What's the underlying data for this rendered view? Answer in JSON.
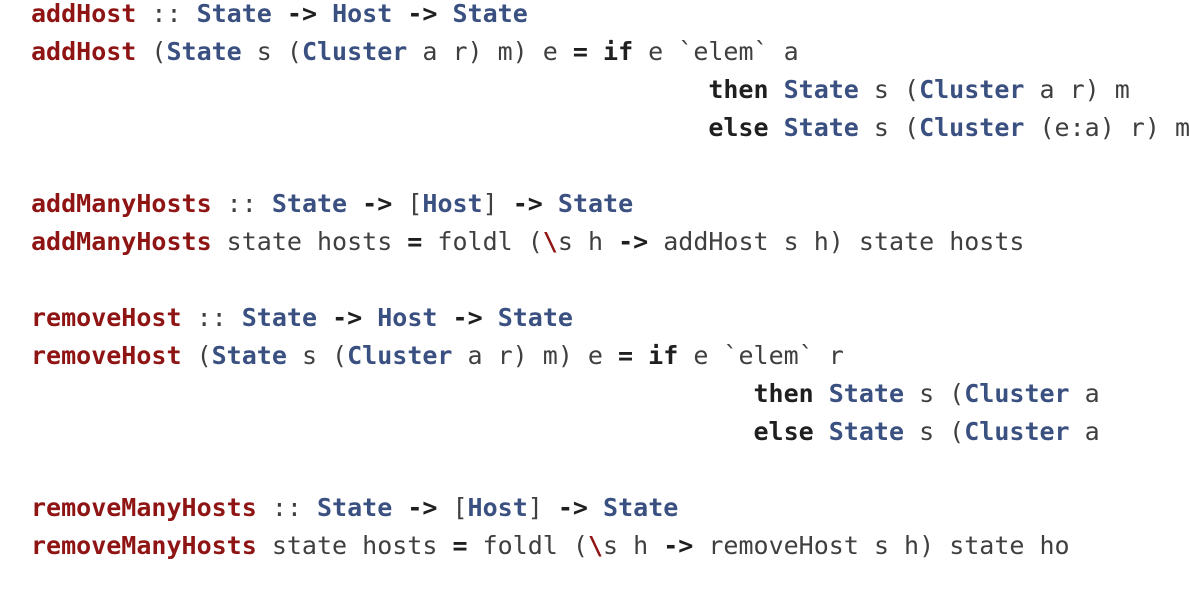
{
  "code_lines": [
    [
      {
        "t": "addHost",
        "k": "fn"
      },
      {
        "t": " :: ",
        "k": "plain"
      },
      {
        "t": "State",
        "k": "ty"
      },
      {
        "t": " ",
        "k": "plain"
      },
      {
        "t": "->",
        "k": "op"
      },
      {
        "t": " ",
        "k": "plain"
      },
      {
        "t": "Host",
        "k": "ty"
      },
      {
        "t": " ",
        "k": "plain"
      },
      {
        "t": "->",
        "k": "op"
      },
      {
        "t": " ",
        "k": "plain"
      },
      {
        "t": "State",
        "k": "ty"
      }
    ],
    [
      {
        "t": "addHost",
        "k": "fn"
      },
      {
        "t": " (",
        "k": "plain"
      },
      {
        "t": "State",
        "k": "ty"
      },
      {
        "t": " s (",
        "k": "plain"
      },
      {
        "t": "Cluster",
        "k": "ty"
      },
      {
        "t": " a r) m) e ",
        "k": "plain"
      },
      {
        "t": "=",
        "k": "op"
      },
      {
        "t": " ",
        "k": "plain"
      },
      {
        "t": "if",
        "k": "kw"
      },
      {
        "t": " e `elem` a",
        "k": "plain"
      }
    ],
    [
      {
        "t": "                                             ",
        "k": "plain"
      },
      {
        "t": "then",
        "k": "kw"
      },
      {
        "t": " ",
        "k": "plain"
      },
      {
        "t": "State",
        "k": "ty"
      },
      {
        "t": " s (",
        "k": "plain"
      },
      {
        "t": "Cluster",
        "k": "ty"
      },
      {
        "t": " a r) m",
        "k": "plain"
      }
    ],
    [
      {
        "t": "                                             ",
        "k": "plain"
      },
      {
        "t": "else",
        "k": "kw"
      },
      {
        "t": " ",
        "k": "plain"
      },
      {
        "t": "State",
        "k": "ty"
      },
      {
        "t": " s (",
        "k": "plain"
      },
      {
        "t": "Cluster",
        "k": "ty"
      },
      {
        "t": " (e:a) r) m",
        "k": "plain"
      }
    ],
    [],
    [
      {
        "t": "addManyHosts",
        "k": "fn"
      },
      {
        "t": " :: ",
        "k": "plain"
      },
      {
        "t": "State",
        "k": "ty"
      },
      {
        "t": " ",
        "k": "plain"
      },
      {
        "t": "->",
        "k": "op"
      },
      {
        "t": " [",
        "k": "plain"
      },
      {
        "t": "Host",
        "k": "ty"
      },
      {
        "t": "] ",
        "k": "plain"
      },
      {
        "t": "->",
        "k": "op"
      },
      {
        "t": " ",
        "k": "plain"
      },
      {
        "t": "State",
        "k": "ty"
      }
    ],
    [
      {
        "t": "addManyHosts",
        "k": "fn"
      },
      {
        "t": " state hosts ",
        "k": "plain"
      },
      {
        "t": "=",
        "k": "op"
      },
      {
        "t": " foldl (",
        "k": "plain"
      },
      {
        "t": "\\",
        "k": "lam"
      },
      {
        "t": "s h ",
        "k": "plain"
      },
      {
        "t": "->",
        "k": "op"
      },
      {
        "t": " addHost s h) state hosts",
        "k": "plain"
      }
    ],
    [],
    [
      {
        "t": "removeHost",
        "k": "fn"
      },
      {
        "t": " :: ",
        "k": "plain"
      },
      {
        "t": "State",
        "k": "ty"
      },
      {
        "t": " ",
        "k": "plain"
      },
      {
        "t": "->",
        "k": "op"
      },
      {
        "t": " ",
        "k": "plain"
      },
      {
        "t": "Host",
        "k": "ty"
      },
      {
        "t": " ",
        "k": "plain"
      },
      {
        "t": "->",
        "k": "op"
      },
      {
        "t": " ",
        "k": "plain"
      },
      {
        "t": "State",
        "k": "ty"
      }
    ],
    [
      {
        "t": "removeHost",
        "k": "fn"
      },
      {
        "t": " (",
        "k": "plain"
      },
      {
        "t": "State",
        "k": "ty"
      },
      {
        "t": " s (",
        "k": "plain"
      },
      {
        "t": "Cluster",
        "k": "ty"
      },
      {
        "t": " a r) m) e ",
        "k": "plain"
      },
      {
        "t": "=",
        "k": "op"
      },
      {
        "t": " ",
        "k": "plain"
      },
      {
        "t": "if",
        "k": "kw"
      },
      {
        "t": " e `elem` r",
        "k": "plain"
      }
    ],
    [
      {
        "t": "                                                ",
        "k": "plain"
      },
      {
        "t": "then",
        "k": "kw"
      },
      {
        "t": " ",
        "k": "plain"
      },
      {
        "t": "State",
        "k": "ty"
      },
      {
        "t": " s (",
        "k": "plain"
      },
      {
        "t": "Cluster",
        "k": "ty"
      },
      {
        "t": " a",
        "k": "plain"
      }
    ],
    [
      {
        "t": "                                                ",
        "k": "plain"
      },
      {
        "t": "else",
        "k": "kw"
      },
      {
        "t": " ",
        "k": "plain"
      },
      {
        "t": "State",
        "k": "ty"
      },
      {
        "t": " s (",
        "k": "plain"
      },
      {
        "t": "Cluster",
        "k": "ty"
      },
      {
        "t": " a",
        "k": "plain"
      }
    ],
    [],
    [
      {
        "t": "removeManyHosts",
        "k": "fn"
      },
      {
        "t": " :: ",
        "k": "plain"
      },
      {
        "t": "State",
        "k": "ty"
      },
      {
        "t": " ",
        "k": "plain"
      },
      {
        "t": "->",
        "k": "op"
      },
      {
        "t": " [",
        "k": "plain"
      },
      {
        "t": "Host",
        "k": "ty"
      },
      {
        "t": "] ",
        "k": "plain"
      },
      {
        "t": "->",
        "k": "op"
      },
      {
        "t": " ",
        "k": "plain"
      },
      {
        "t": "State",
        "k": "ty"
      }
    ],
    [
      {
        "t": "removeManyHosts",
        "k": "fn"
      },
      {
        "t": " state hosts ",
        "k": "plain"
      },
      {
        "t": "=",
        "k": "op"
      },
      {
        "t": " foldl (",
        "k": "plain"
      },
      {
        "t": "\\",
        "k": "lam"
      },
      {
        "t": "s h ",
        "k": "plain"
      },
      {
        "t": "->",
        "k": "op"
      },
      {
        "t": " removeHost s h) state ho",
        "k": "plain"
      }
    ]
  ],
  "colors": {
    "function_name": "#8f1414",
    "type_name": "#3a5080",
    "keyword": "#1f1f1f",
    "plain": "#3f3f3f",
    "background": "#ffffff"
  }
}
